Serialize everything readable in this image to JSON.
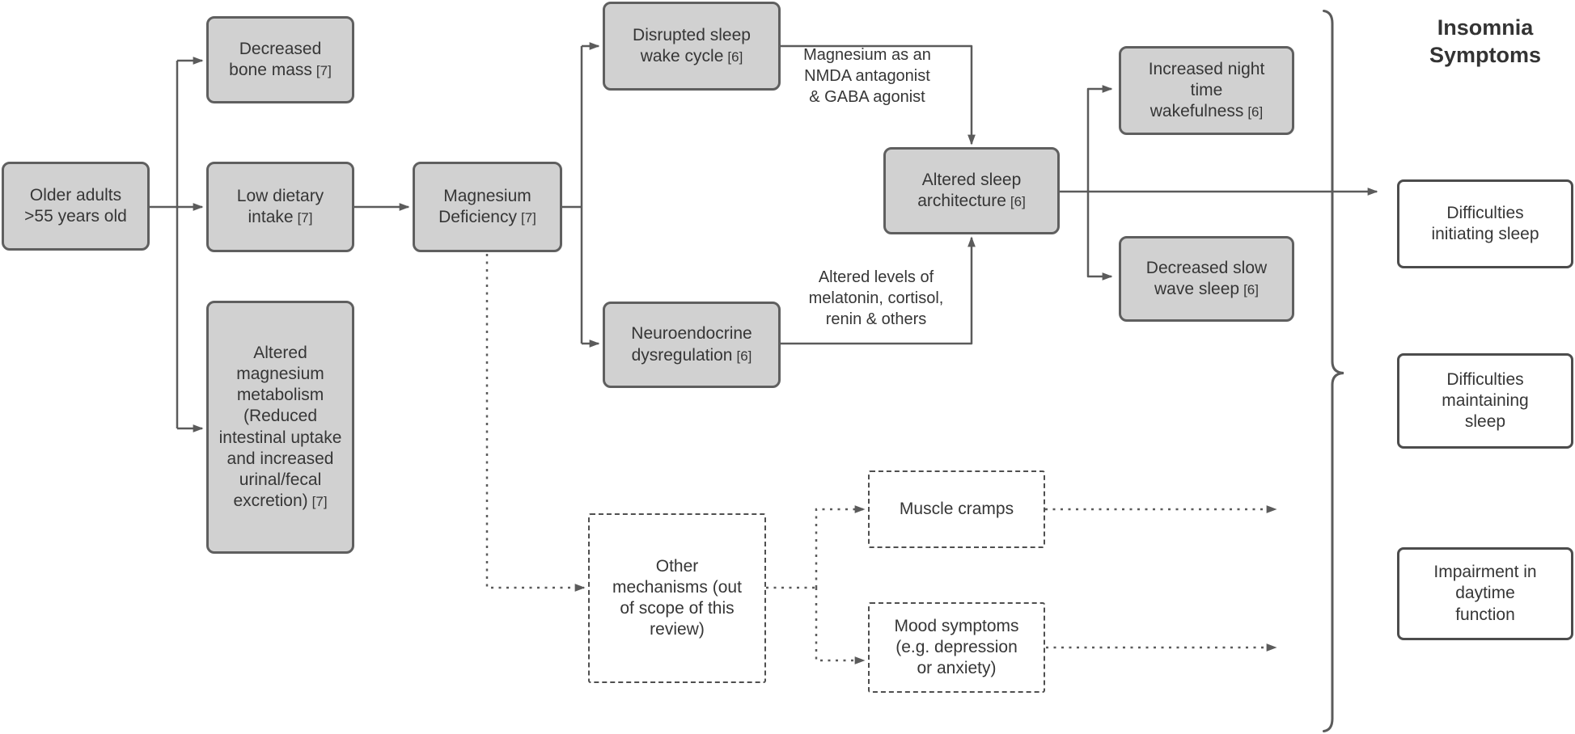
{
  "heading": "Insomnia Symptoms",
  "nodes": {
    "older_adults": {
      "label": "Older adults >55 years old",
      "ref": ""
    },
    "decreased_bone_mass": {
      "label": "Decreased bone mass",
      "ref": "[7]"
    },
    "low_dietary_intake": {
      "label": "Low dietary intake",
      "ref": "[7]"
    },
    "altered_magnesium_metabolism": {
      "label": "Altered magnesium metabolism (Reduced intestinal uptake and increased urinal/fecal excretion)",
      "ref": "[7]"
    },
    "magnesium_deficiency": {
      "label": "Magnesium Deficiency",
      "ref": "[7]"
    },
    "disrupted_sleep_wake_cycle": {
      "label": "Disrupted sleep wake cycle",
      "ref": "[6]"
    },
    "neuroendocrine_dysregulation": {
      "label": "Neuroendocrine dysregulation",
      "ref": "[6]"
    },
    "altered_sleep_architecture": {
      "label": "Altered sleep architecture",
      "ref": "[6]"
    },
    "increased_night_time_wakefulness": {
      "label": "Increased night time wakefulness",
      "ref": "[6]"
    },
    "decreased_slow_wave_sleep": {
      "label": "Decreased slow wave sleep",
      "ref": "[6]"
    },
    "other_mechanisms": {
      "label": "Other mechanisms (out of scope of this review)",
      "ref": ""
    },
    "muscle_cramps": {
      "label": "Muscle cramps",
      "ref": ""
    },
    "mood_symptoms": {
      "label": "Mood symptoms (e.g. depression or anxiety)",
      "ref": ""
    },
    "difficulties_initiating_sleep": {
      "label": "Difficulties initiating sleep",
      "ref": ""
    },
    "difficulties_maintaining_sleep": {
      "label": "Difficulties maintaining sleep",
      "ref": ""
    },
    "impairment_daytime_function": {
      "label": "Impairment in daytime function",
      "ref": ""
    }
  },
  "edge_labels": {
    "nmda_gaba": "Magnesium as an NMDA antagonist & GABA agonist",
    "hormones": "Altered levels of melatonin, cortisol, renin & others"
  },
  "colors": {
    "background": "#ffffff",
    "node_fill": "#d1d1d1",
    "node_border": "#5f5f5f",
    "line": "#5b5b5b",
    "text": "#363636"
  }
}
